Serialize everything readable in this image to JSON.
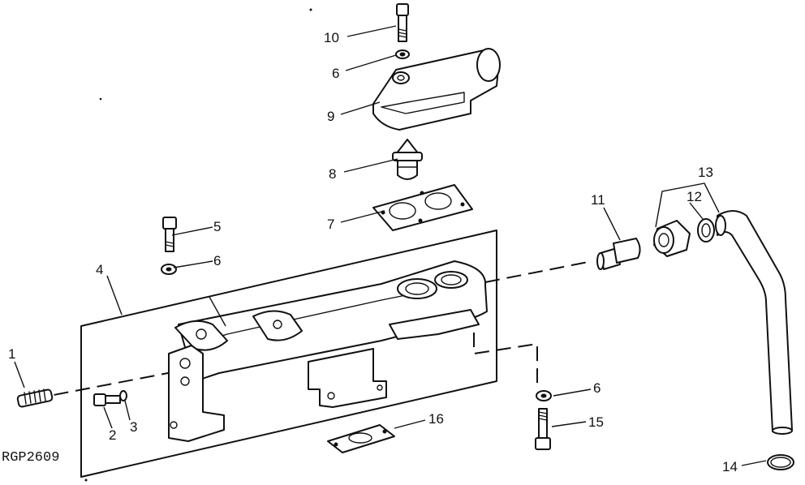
{
  "figure_id": "RGP2609",
  "callouts": {
    "c1": "1",
    "c2": "2",
    "c3": "3",
    "c4": "4",
    "c5": "5",
    "c6a": "6",
    "c6b": "6",
    "c6c": "6",
    "c7": "7",
    "c8": "8",
    "c9": "9",
    "c10": "10",
    "c11": "11",
    "c12": "12",
    "c13": "13",
    "c14": "14",
    "c15": "15",
    "c16": "16"
  },
  "colors": {
    "ink": "#111111",
    "background": "#ffffff"
  }
}
